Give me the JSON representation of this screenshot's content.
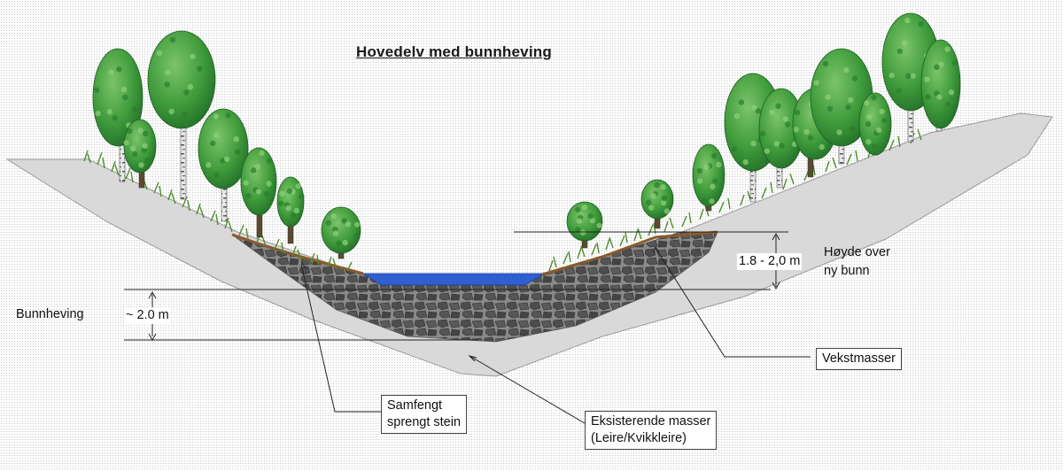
{
  "title": "Hovedelv med bunnheving",
  "labels": {
    "bunnheving": "Bunnheving",
    "depth_raise": "~ 2.0 m",
    "height_range": "1.8 - 2,0 m",
    "height_above_line1": "Høyde over",
    "height_above_line2": "ny bunn",
    "growth_mass": "Vekstmasser",
    "stone_line1": "Samfengt",
    "stone_line2": "sprengt stein",
    "existing_line1": "Eksisterende masser",
    "existing_line2": "(Leire/Kvikkleire)"
  },
  "colors": {
    "existing_ground": "#d9d9d9",
    "stone_fill": "#7f7f7f",
    "stone_chunk": "#4a4a4a",
    "water": "#2f5fd0",
    "grass": "#4f8a2e",
    "tree_leaves": "#3d9a3a",
    "soil_line": "#8b5a2b"
  }
}
